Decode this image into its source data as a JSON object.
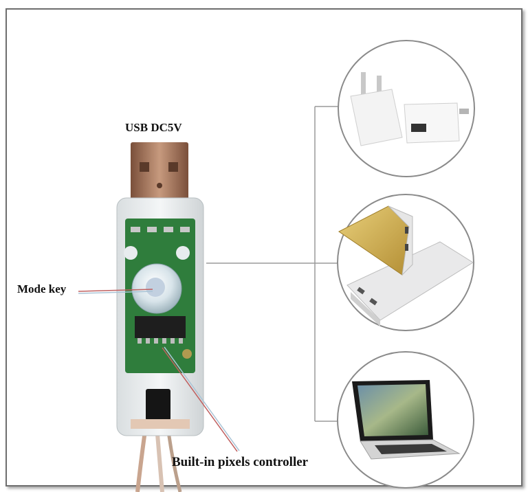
{
  "labels": {
    "usb": "USB DC5V",
    "mode_key": "Mode key",
    "controller": "Built-in pixels controller"
  },
  "icons": [
    "wall-adapter-icon",
    "power-bank-icon",
    "laptop-icon"
  ],
  "colors": {
    "frame": "#6e6e6e",
    "connector": "#a9775a",
    "pcb": "#2f7d3c",
    "callout_line": "#c06060"
  }
}
